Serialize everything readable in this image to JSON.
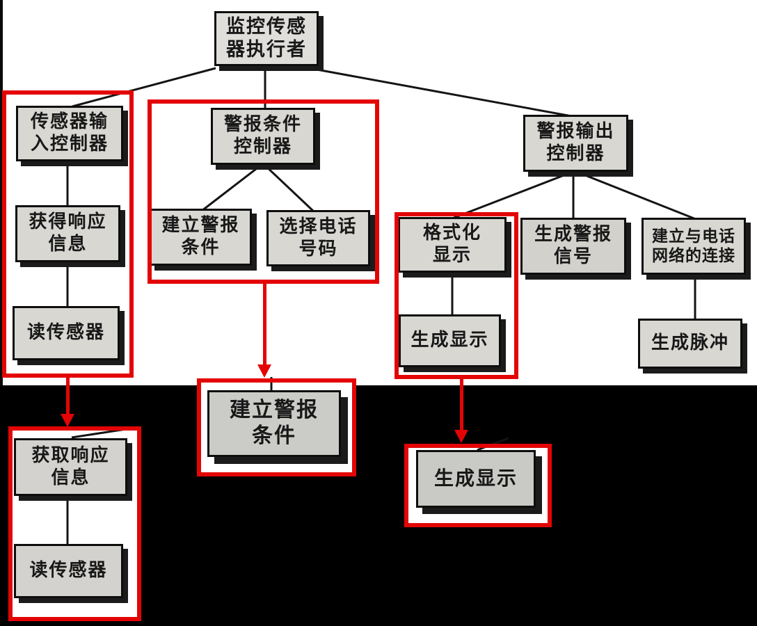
{
  "diagram": {
    "type": "structure-chart",
    "nodes": {
      "root": {
        "label": "监控传感\n器执行者"
      },
      "sensor_input_controller": {
        "label": "传感器输\n入控制器"
      },
      "get_response_info": {
        "label": "获得响应\n信息"
      },
      "read_sensor": {
        "label": "读传感器"
      },
      "alarm_condition_controller": {
        "label": "警报条件\n控制器"
      },
      "establish_alarm_condition": {
        "label": "建立警报\n条件"
      },
      "select_phone_number": {
        "label": "选择电话\n号码"
      },
      "alarm_output_controller": {
        "label": "警报输出\n控制器"
      },
      "format_display": {
        "label": "格式化\n显示"
      },
      "generate_alarm_signal": {
        "label": "生成警报\n信号"
      },
      "connect_phone_network": {
        "label": "建立与电话\n网络的连接"
      },
      "generate_display": {
        "label": "生成显示"
      },
      "generate_pulse": {
        "label": "生成脉冲"
      },
      "detail_get_response_info": {
        "label": "获取响应\n信息"
      },
      "detail_read_sensor": {
        "label": "读传感器"
      },
      "detail_establish_alarm_condition": {
        "label": "建立警报\n条件"
      },
      "detail_generate_display": {
        "label": "生成显示"
      }
    },
    "edges": [
      [
        "root",
        "sensor_input_controller"
      ],
      [
        "root",
        "alarm_condition_controller"
      ],
      [
        "root",
        "alarm_output_controller"
      ],
      [
        "sensor_input_controller",
        "get_response_info"
      ],
      [
        "get_response_info",
        "read_sensor"
      ],
      [
        "alarm_condition_controller",
        "establish_alarm_condition"
      ],
      [
        "alarm_condition_controller",
        "select_phone_number"
      ],
      [
        "alarm_output_controller",
        "format_display"
      ],
      [
        "alarm_output_controller",
        "generate_alarm_signal"
      ],
      [
        "alarm_output_controller",
        "connect_phone_network"
      ],
      [
        "format_display",
        "generate_display"
      ],
      [
        "connect_phone_network",
        "generate_pulse"
      ],
      [
        "detail_get_response_info",
        "detail_read_sensor"
      ]
    ],
    "highlight_groups": [
      "sensor-input-chain",
      "alarm-condition-group",
      "format-display-chain",
      "detail-sensor-input-chain",
      "detail-establish-alarm-box",
      "detail-generate-display-box"
    ]
  },
  "colors": {
    "highlight_red": "#e30505",
    "box_fill": "#d8d7d2",
    "box_border": "#0d0d0d",
    "box_shadow": "#1b1b1b",
    "line_black": "#141414",
    "background_top": "#ffffff",
    "background_bottom": "#000000"
  }
}
